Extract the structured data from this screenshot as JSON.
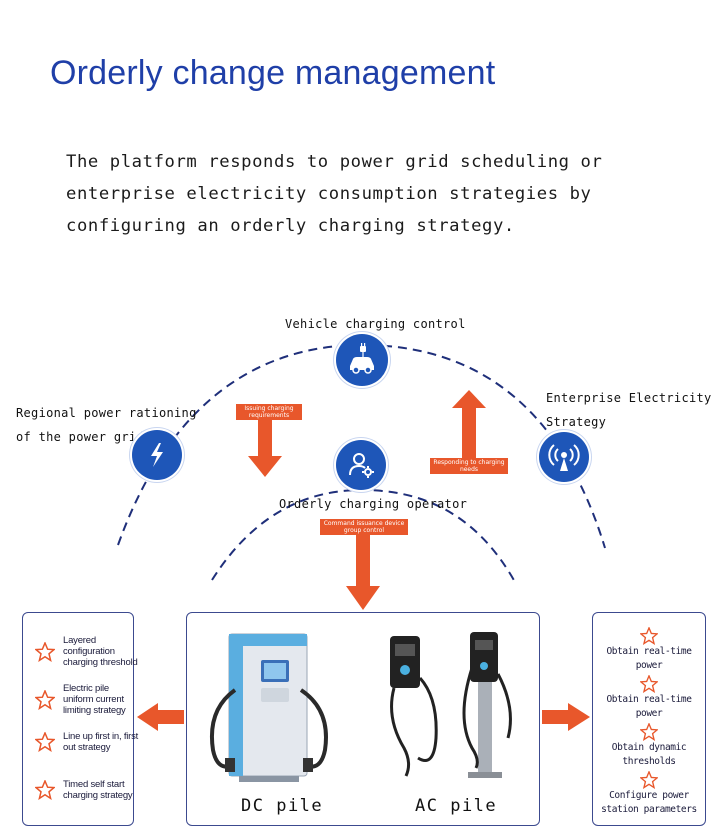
{
  "title": "Orderly change management",
  "intro": "The platform responds to power grid scheduling or enterprise electricity consumption strategies by configuring an orderly charging strategy.",
  "nodes": {
    "vehicle": "Vehicle charging control",
    "grid_line1": "Regional power rationing",
    "grid_line2": "of the power grid",
    "enterprise_line1": "Enterprise Electricity",
    "enterprise_line2": "Strategy",
    "operator": "Orderly charging operator"
  },
  "tags": {
    "issuing": "Issuing charging requirements",
    "responding": "Responding to charging needs",
    "command": "Command issuance device group control"
  },
  "left_strategies": [
    "Layered configuration charging threshold",
    "Electric pile uniform current limiting strategy",
    "Line up first in, first out strategy",
    "Timed self start charging strategy"
  ],
  "right_items": [
    "Obtain real-time power",
    "Obtain real-time power",
    "Obtain dynamic thresholds",
    "Configure power station parameters"
  ],
  "piles": {
    "dc": "DC pile",
    "ac": "AC pile"
  },
  "colors": {
    "title_blue": "#1f3fa8",
    "node_blue": "#1e56b8",
    "arrow_orange": "#e8572b",
    "dash_navy": "#1f2f7a"
  },
  "icons": {
    "vehicle": "car-plug-icon",
    "grid": "lightning-icon",
    "enterprise": "signal-tower-icon",
    "operator": "user-gear-icon"
  }
}
